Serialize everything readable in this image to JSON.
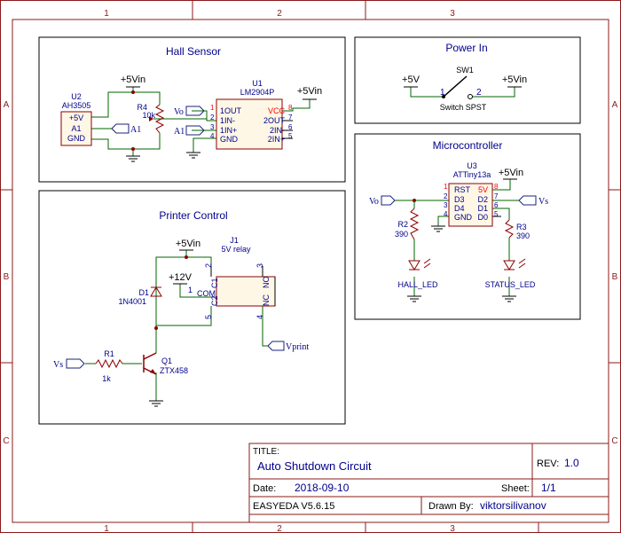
{
  "frame": {
    "col_labels": [
      "1",
      "2",
      "3"
    ],
    "row_labels": [
      "A",
      "B",
      "C"
    ]
  },
  "blocks": {
    "hall": "Hall Sensor",
    "power": "Power In",
    "mcu": "Microcontroller",
    "printer": "Printer Control"
  },
  "hall": {
    "vin": "+5Vin",
    "vin2": "+5Vin",
    "u2_ref": "U2",
    "u2_part": "AH3505",
    "u2_pins": [
      "+5V",
      "A1",
      "GND"
    ],
    "r4_ref": "R4",
    "r4_val": "10k",
    "a1_out": "A1",
    "vo_in": "Vo",
    "a1_in": "A1",
    "u1_ref": "U1",
    "u1_part": "LM2904P",
    "u1_left_pins": [
      "1OUT",
      "1IN-",
      "1IN+",
      "GND"
    ],
    "u1_right_pins": [
      "VCC",
      "2OUT",
      "2IN-",
      "2IN+"
    ],
    "u1_left_nums": [
      "1",
      "2",
      "3",
      "4"
    ],
    "u1_right_nums": [
      "8",
      "7",
      "6",
      "5"
    ]
  },
  "power": {
    "v5": "+5V",
    "vin": "+5Vin",
    "sw_ref": "SW1",
    "sw_label": "Switch SPST",
    "pin1": "1",
    "pin2": "2"
  },
  "mcu": {
    "u3_ref": "U3",
    "u3_part": "ATTiny13a",
    "vin": "+5Vin",
    "left_pins": [
      "RST",
      "D3",
      "D4",
      "GND"
    ],
    "right_pins": [
      "5V",
      "D2",
      "D1",
      "D0"
    ],
    "left_nums": [
      "1",
      "2",
      "3",
      "4"
    ],
    "right_nums": [
      "8",
      "7",
      "6",
      "5"
    ],
    "vo": "Vo",
    "vs": "Vs",
    "r2_ref": "R2",
    "r2_val": "390",
    "r3_ref": "R3",
    "r3_val": "390",
    "led1": "HALL_LED",
    "led2": "STATUS_LED"
  },
  "printer": {
    "vin": "+5Vin",
    "v12": "+12V",
    "j1_ref": "J1",
    "j1_part": "5V relay",
    "d1_ref": "D1",
    "d1_part": "1N4001",
    "r1_ref": "R1",
    "r1_val": "1k",
    "q1_ref": "Q1",
    "q1_part": "ZTX458",
    "vs": "Vs",
    "vprint": "Vprint",
    "relay_pins": [
      "COM",
      "C1",
      "C2",
      "NO",
      "NC"
    ],
    "relay_nums": [
      "1",
      "2",
      "5",
      "3",
      "4"
    ]
  },
  "title_block": {
    "title_label": "TITLE:",
    "title": "Auto Shutdown Circuit",
    "rev_label": "REV:",
    "rev": "1.0",
    "date_label": "Date:",
    "date": "2018-09-10",
    "sheet_label": "Sheet:",
    "sheet": "1/1",
    "software": "EASYEDA V5.6.15",
    "drawn_label": "Drawn By:",
    "drawn": "viktorsilivanov"
  },
  "colors": {
    "frame": "#8b1a1a",
    "wire": "#006400",
    "component": "#8b0000",
    "text": "#00008b",
    "pin_num": "#ff0000",
    "net": "#1a237e"
  }
}
